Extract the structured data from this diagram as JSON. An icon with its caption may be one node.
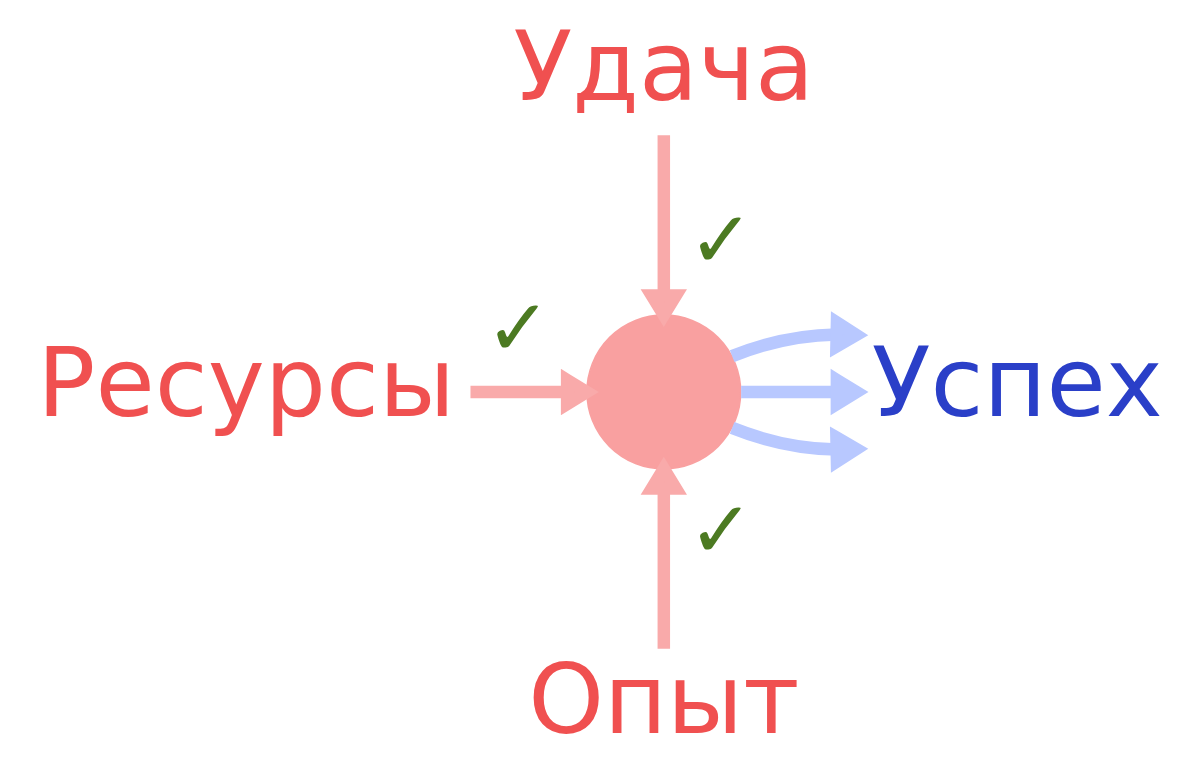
{
  "diagram": {
    "nodes": [
      {
        "text": [
          "Удача"
        ]
      },
      {
        "text": [
          "Ресурсы"
        ]
      },
      {
        "text": [],
        "shape": "circle"
      },
      {
        "text": [
          "Успех"
        ]
      },
      {
        "text": [
          "Опыт"
        ]
      }
    ],
    "edges": [
      {
        "from": 0,
        "to": 2,
        "arrow": "to",
        "label": "✓"
      },
      {
        "from": 1,
        "to": 2,
        "arrow": "to",
        "label": "✓"
      },
      {
        "from": 4,
        "to": 2,
        "arrow": "to",
        "label": "✓"
      },
      {
        "from": 2,
        "to": 3,
        "arrow": "to",
        "color": "#b8c8ff"
      },
      {
        "from": 2,
        "to": 3,
        "arrow": "to",
        "color": "#b8c8ff"
      },
      {
        "from": 2,
        "to": 3,
        "arrow": "to",
        "color": "#b8c8ff"
      }
    ]
  }
}
